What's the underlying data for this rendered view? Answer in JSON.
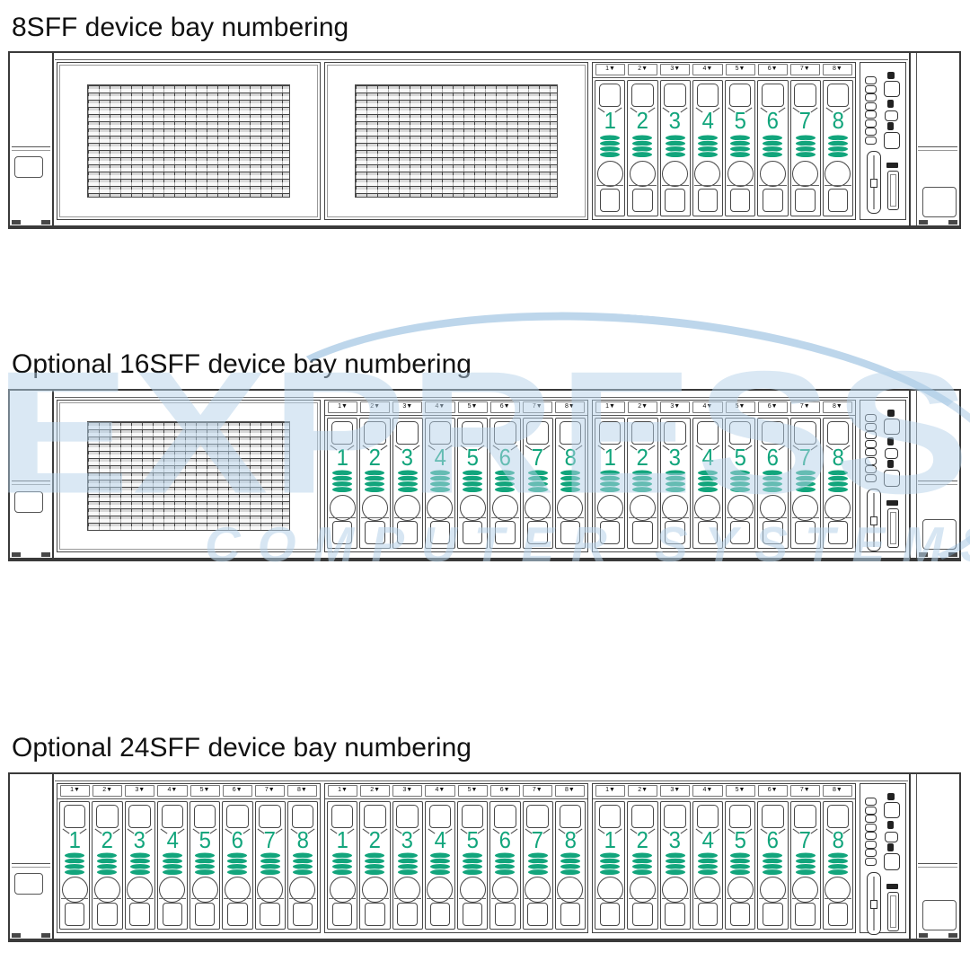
{
  "colors": {
    "accent_green": "#12a57c",
    "line": "#3a3a3a",
    "watermark_blue": "#b7d3ea",
    "title_color": "#111111"
  },
  "watermark": {
    "word": "EXPRESS",
    "subline": "COMPUTER SYSTEMS"
  },
  "bay_label_suffix": "▼",
  "controls": {
    "led_count": 8,
    "icons": [
      "power-icon",
      "power-button",
      "health-icon",
      "uid-led",
      "nic-icon",
      "uid-button"
    ],
    "slot": "sid-pull-tab",
    "usb": "usb-port"
  },
  "sections": [
    {
      "title": "8SFF device bay numbering",
      "modules": [
        {
          "type": "blank"
        },
        {
          "type": "blank"
        },
        {
          "type": "cage",
          "bays": [
            "1",
            "2",
            "3",
            "4",
            "5",
            "6",
            "7",
            "8"
          ]
        }
      ]
    },
    {
      "title": "Optional 16SFF device bay numbering",
      "modules": [
        {
          "type": "blank"
        },
        {
          "type": "cage",
          "bays": [
            "1",
            "2",
            "3",
            "4",
            "5",
            "6",
            "7",
            "8"
          ]
        },
        {
          "type": "cage",
          "bays": [
            "1",
            "2",
            "3",
            "4",
            "5",
            "6",
            "7",
            "8"
          ]
        }
      ]
    },
    {
      "title": "Optional 24SFF device bay numbering",
      "modules": [
        {
          "type": "cage",
          "bays": [
            "1",
            "2",
            "3",
            "4",
            "5",
            "6",
            "7",
            "8"
          ]
        },
        {
          "type": "cage",
          "bays": [
            "1",
            "2",
            "3",
            "4",
            "5",
            "6",
            "7",
            "8"
          ]
        },
        {
          "type": "cage",
          "bays": [
            "1",
            "2",
            "3",
            "4",
            "5",
            "6",
            "7",
            "8"
          ]
        }
      ]
    }
  ]
}
